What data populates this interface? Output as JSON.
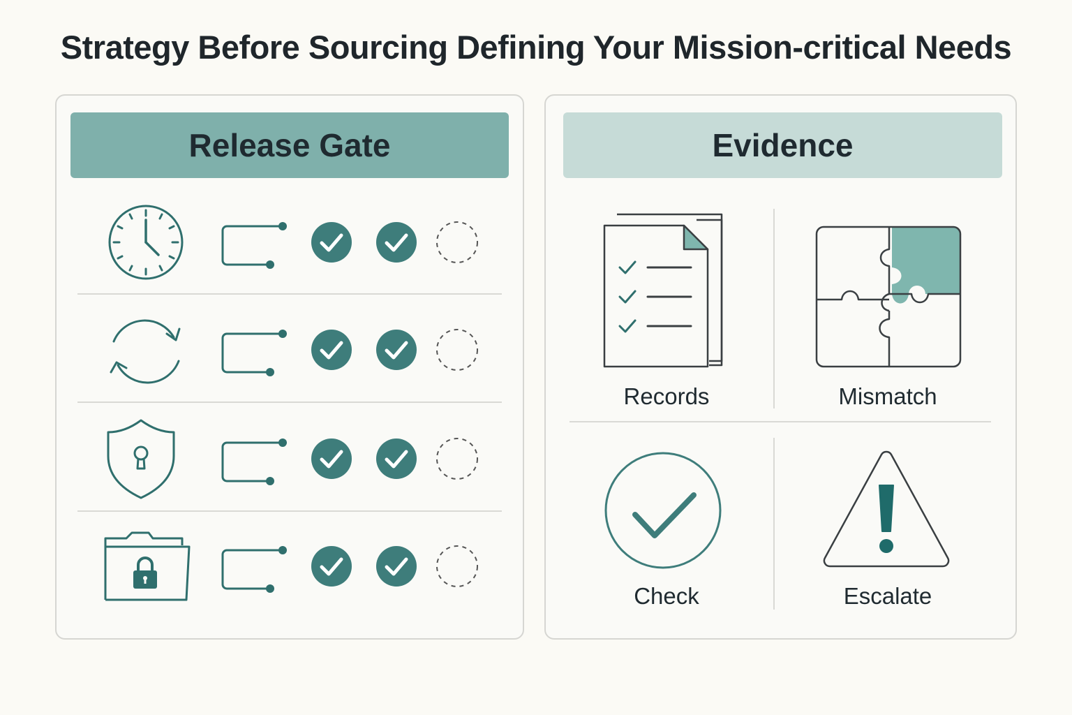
{
  "title": "Strategy Before Sourcing Defining Your Mission-critical Needs",
  "colors": {
    "teal_dark": "#3e7d7b",
    "teal_header": "#7fb0ab",
    "teal_light_header": "#c6dbd7",
    "puzzle_fill": "#7fb6ae",
    "icon_stroke": "#2f6f6d",
    "dashed_circle": "#555555"
  },
  "release_gate": {
    "header": "Release Gate",
    "rows": [
      {
        "icon": "clock-icon",
        "steps": [
          "done",
          "done",
          "pending"
        ]
      },
      {
        "icon": "sync-icon",
        "steps": [
          "done",
          "done",
          "pending"
        ]
      },
      {
        "icon": "shield-lock-icon",
        "steps": [
          "done",
          "done",
          "pending"
        ]
      },
      {
        "icon": "locked-folder-icon",
        "steps": [
          "done",
          "done",
          "pending"
        ]
      }
    ]
  },
  "evidence": {
    "header": "Evidence",
    "items": [
      {
        "label": "Records",
        "icon": "document-checklist-icon"
      },
      {
        "label": "Mismatch",
        "icon": "puzzle-icon"
      },
      {
        "label": "Check",
        "icon": "check-circle-icon"
      },
      {
        "label": "Escalate",
        "icon": "warning-triangle-icon"
      }
    ]
  }
}
